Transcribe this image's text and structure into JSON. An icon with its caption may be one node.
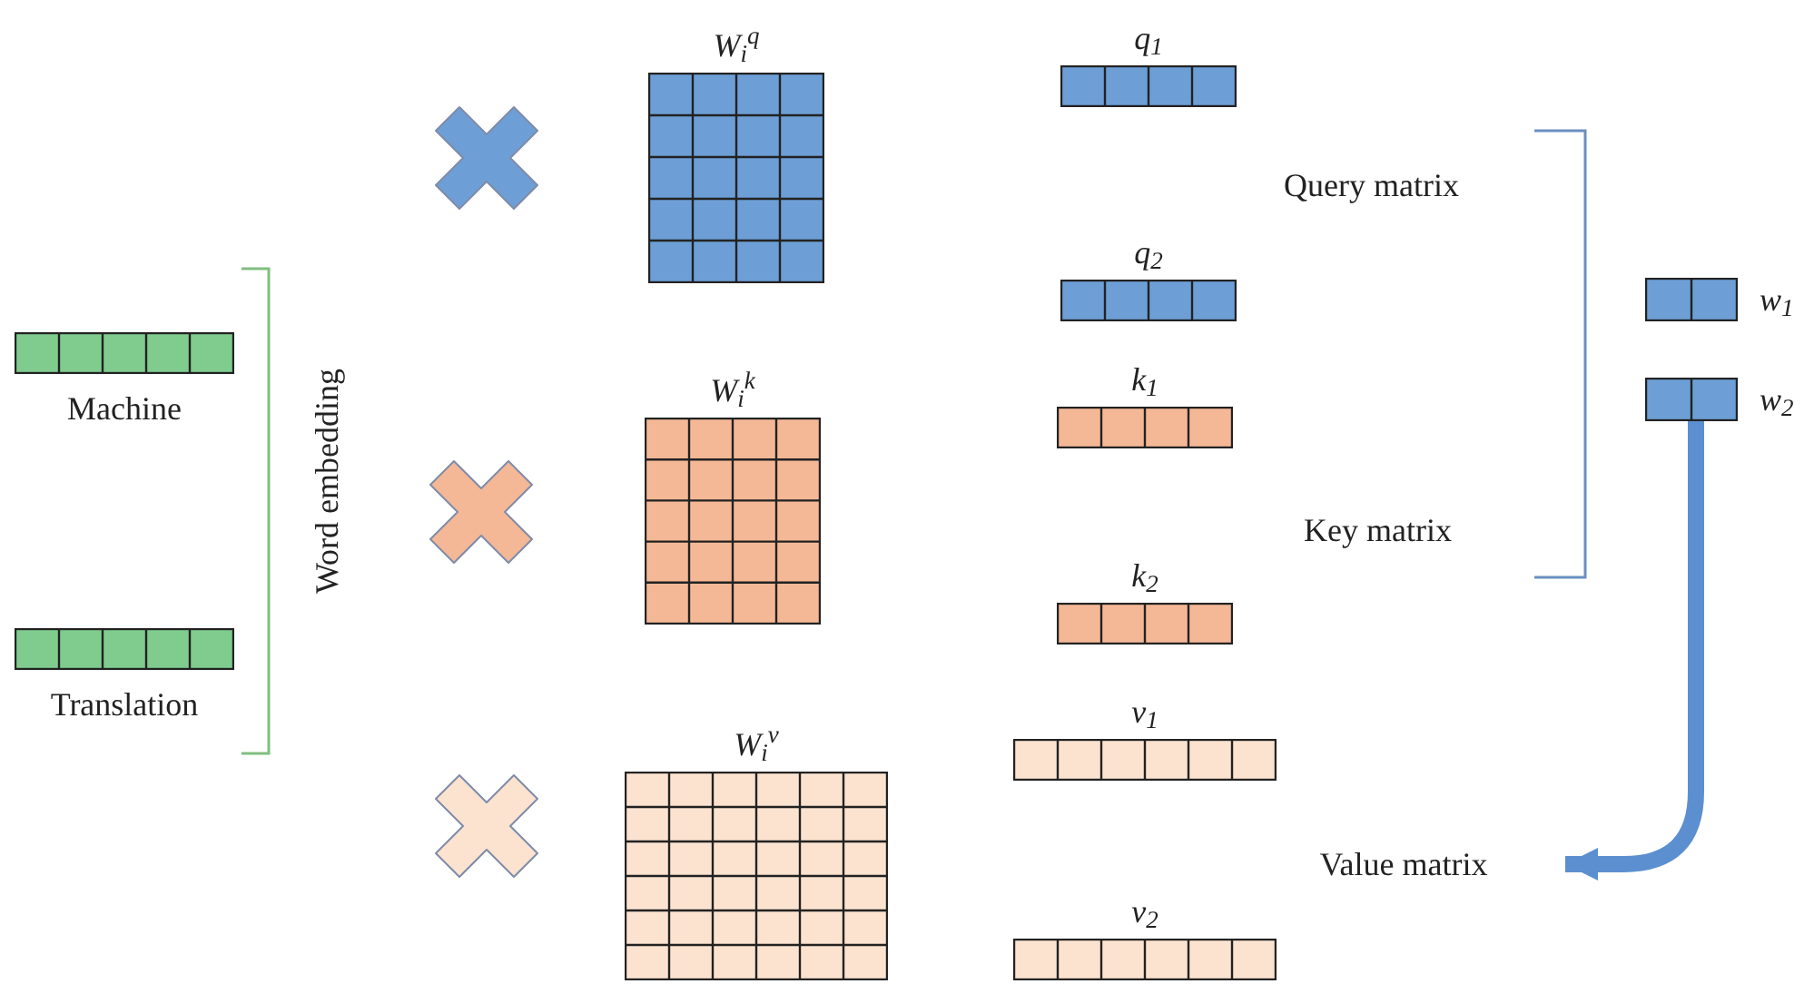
{
  "diagram": {
    "nodes": [
      {
        "text": [
          "Machine"
        ]
      },
      {
        "text": [
          "Translation"
        ]
      },
      {
        "text": [
          "W$_{i}$$^{q}$"
        ]
      },
      {
        "text": [
          "W$_{i}$$^{k}$"
        ]
      },
      {
        "text": [
          "W$_{i}$$^{v}$"
        ]
      },
      {
        "text": [
          "q$_{1}$"
        ]
      },
      {
        "text": [
          "q$_{2}$"
        ]
      },
      {
        "text": [
          "k$_{1}$"
        ]
      },
      {
        "text": [
          "k$_{2}$"
        ]
      },
      {
        "text": [
          "v$_{1}$"
        ]
      },
      {
        "text": [
          "v$_{2}$"
        ]
      },
      {
        "text": [
          "w$_{1}$"
        ]
      },
      {
        "text": [
          "w$_{2}$"
        ]
      },
      {
        "text": [
          "Value matrix"
        ]
      }
    ],
    "edges": [
      {
        "from": 12,
        "to": 13,
        "arrow": "to"
      }
    ],
    "labels": [
      "Word embedding",
      "Query matrix",
      "Key matrix"
    ]
  }
}
